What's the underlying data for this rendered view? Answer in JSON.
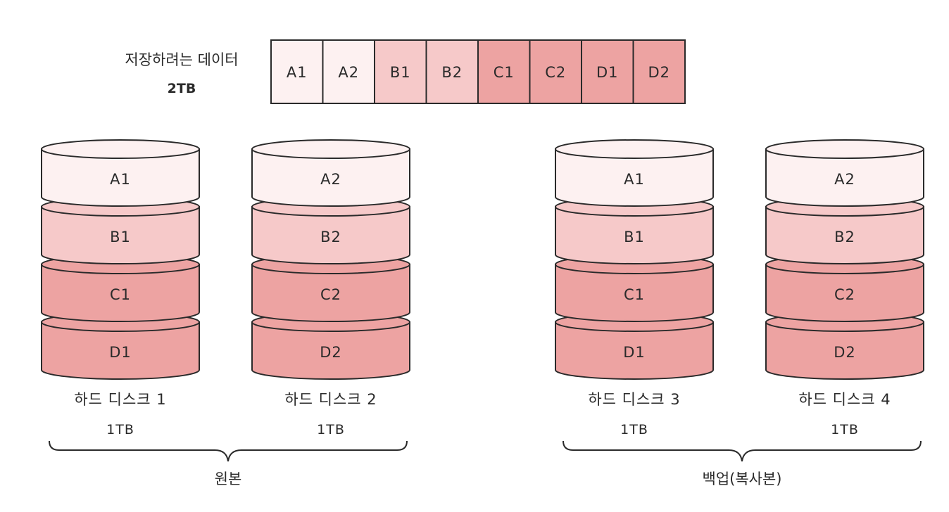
{
  "colors": {
    "tier1": "#fdf1f1",
    "tier2": "#f6c9c9",
    "tier3": "#eda3a2",
    "tier4": "#eda3a2",
    "stroke": "#2a2a2a"
  },
  "data_bar": {
    "label": "저장하려는 데이터",
    "size": "2TB",
    "blocks": [
      {
        "label": "A1",
        "tier": 1
      },
      {
        "label": "A2",
        "tier": 1
      },
      {
        "label": "B1",
        "tier": 2
      },
      {
        "label": "B2",
        "tier": 2
      },
      {
        "label": "C1",
        "tier": 3
      },
      {
        "label": "C2",
        "tier": 3
      },
      {
        "label": "D1",
        "tier": 4
      },
      {
        "label": "D2",
        "tier": 4
      }
    ]
  },
  "disks": [
    {
      "name": "하드 디스크 1",
      "capacity": "1TB",
      "segments": [
        "A1",
        "B1",
        "C1",
        "D1"
      ]
    },
    {
      "name": "하드 디스크 2",
      "capacity": "1TB",
      "segments": [
        "A2",
        "B2",
        "C2",
        "D2"
      ]
    },
    {
      "name": "하드 디스크 3",
      "capacity": "1TB",
      "segments": [
        "A1",
        "B1",
        "C1",
        "D1"
      ]
    },
    {
      "name": "하드 디스크 4",
      "capacity": "1TB",
      "segments": [
        "A2",
        "B2",
        "C2",
        "D2"
      ]
    }
  ],
  "groups": [
    {
      "label": "원본"
    },
    {
      "label": "백업(복사본)"
    }
  ]
}
